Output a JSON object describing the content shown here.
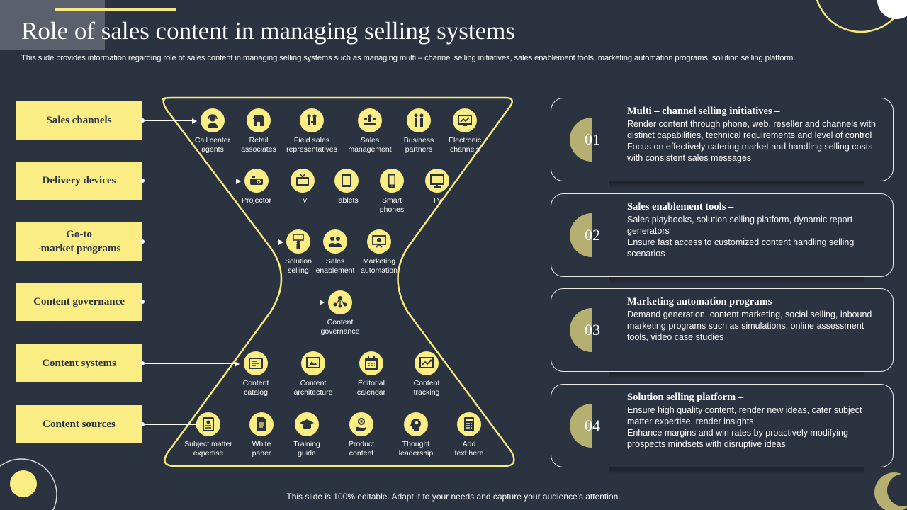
{
  "header": {
    "title": "Role of sales content in managing selling systems",
    "subtitle": "This slide provides information regarding role of sales content in managing selling systems such as managing multi – channel selling initiatives, sales enablement tools, marketing automation programs, solution selling platform."
  },
  "colors": {
    "background": "#2b3240",
    "accent": "#faed83",
    "number_accent": "#b5b071"
  },
  "categories": [
    {
      "label": "Sales channels"
    },
    {
      "label": "Delivery devices"
    },
    {
      "label": "Go-to\n-market programs"
    },
    {
      "label": "Content governance"
    },
    {
      "label": "Content systems"
    },
    {
      "label": "Content sources"
    }
  ],
  "nodes": [
    {
      "label": "Call center\nagents",
      "icon": "headset-agent-icon"
    },
    {
      "label": "Retail\nassociates",
      "icon": "retail-shop-icon"
    },
    {
      "label": "Field sales\nrepresentatives",
      "icon": "field-sales-icon"
    },
    {
      "label": "Sales\nmanagement",
      "icon": "team-management-icon"
    },
    {
      "label": "Business\npartners",
      "icon": "partners-icon"
    },
    {
      "label": "Electronic\nchannels",
      "icon": "electronic-channels-icon"
    },
    {
      "label": "Projector",
      "icon": "projector-icon"
    },
    {
      "label": "TV",
      "icon": "tv-icon"
    },
    {
      "label": "Tablets",
      "icon": "tablet-icon"
    },
    {
      "label": "Smart\nphones",
      "icon": "smartphone-icon"
    },
    {
      "label": "TV",
      "icon": "monitor-icon"
    },
    {
      "label": "Solution\nselling",
      "icon": "presenter-icon"
    },
    {
      "label": "Sales\nenablement",
      "icon": "sales-enablement-icon"
    },
    {
      "label": "Marketing\nautomation",
      "icon": "marketing-automation-icon"
    },
    {
      "label": "Content\ngovernance",
      "icon": "governance-icon"
    },
    {
      "label": "Content\ncatalog",
      "icon": "catalog-icon"
    },
    {
      "label": "Content\narchitecture",
      "icon": "architecture-icon"
    },
    {
      "label": "Editorial\ncalendar",
      "icon": "calendar-icon"
    },
    {
      "label": "Content\ntracking",
      "icon": "tracking-icon"
    },
    {
      "label": "Subject matter\nexpertise",
      "icon": "expertise-icon"
    },
    {
      "label": "White\npaper",
      "icon": "document-icon"
    },
    {
      "label": "Training\nguide",
      "icon": "graduation-cap-icon"
    },
    {
      "label": "Product\ncontent",
      "icon": "product-hand-icon"
    },
    {
      "label": "Thought\nleadership",
      "icon": "brain-gear-icon"
    },
    {
      "label": "Add\ntext here",
      "icon": "calculator-icon"
    }
  ],
  "cards": [
    {
      "number": "01",
      "title": "Multi – channel selling initiatives –",
      "lines": [
        "Render content through phone, web, reseller and channels with distinct capabilities, technical requirements and level of control",
        "Focus on effectively catering market and handling selling costs with consistent sales messages"
      ]
    },
    {
      "number": "02",
      "title": "Sales enablement tools –",
      "lines": [
        "Sales playbooks, solution selling platform, dynamic report generators",
        "Ensure fast access to customized content handling selling scenarios"
      ]
    },
    {
      "number": "03",
      "title": "Marketing automation programs–",
      "lines": [
        "Demand generation, content marketing, social selling, inbound marketing programs such as simulations, online assessment tools, video case studies"
      ]
    },
    {
      "number": "04",
      "title": "Solution selling platform –",
      "lines": [
        "Ensure high quality content, render new ideas, cater subject matter expertise, render insights",
        "Enhance margins and win rates by proactively modifying prospects mindsets with disruptive ideas"
      ]
    }
  ],
  "footer": {
    "text": "This slide is 100% editable. Adapt it to your needs and capture your audience's attention."
  }
}
